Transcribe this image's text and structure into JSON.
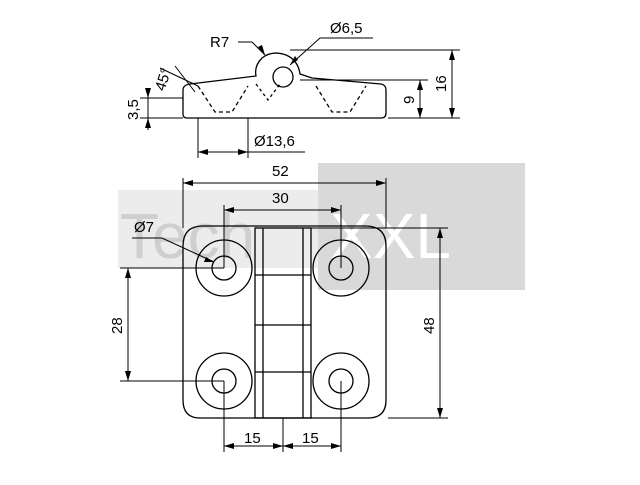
{
  "drawing": {
    "side_view": {
      "radius_label": "R7",
      "hole_diameter_label": "Ø6,5",
      "angle_label": "45°",
      "thickness_label": "3,5",
      "height_label": "9",
      "total_height_label": "16",
      "counterbore_label": "Ø13,6"
    },
    "top_view": {
      "width_label": "52",
      "hole_spacing_label": "30",
      "hole_diameter_label": "Ø7",
      "vertical_spacing_label": "28",
      "height_label": "48",
      "left_offset_label": "15",
      "right_offset_label": "15"
    },
    "watermark": {
      "text_left": "Tech",
      "text_right": "XXL",
      "box_color": "#d9d9d9"
    }
  }
}
